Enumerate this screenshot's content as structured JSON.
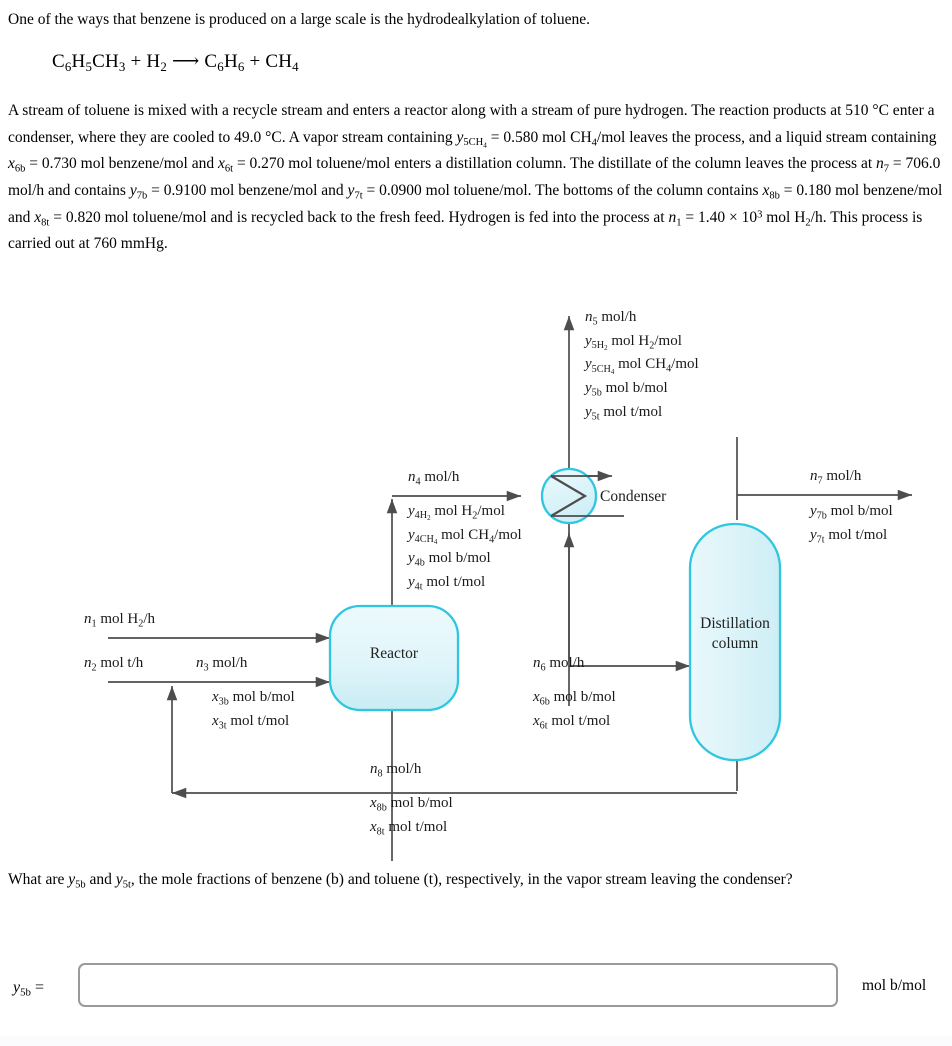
{
  "problem": {
    "intro": "One of the ways that benzene is produced on a large scale is the hydrodealkylation of toluene.",
    "equation_plain": "C6H5CH3 + H2 ⟶ C6H6 + CH4",
    "paragraph_plain": "A stream of toluene is mixed with a recycle stream and enters a reactor along with a stream of pure hydrogen. The reaction products at 510 °C enter a condenser, where they are cooled to 49.0 °C. A vapor stream containing y5CH4 = 0.580 mol CH4/mol leaves the process, and a liquid stream containing x6b = 0.730 mol benzene/mol and x6t = 0.270 mol toluene/mol enters a distillation column. The distillate of the column leaves the process at n7 = 706.0 mol/h and contains y7b = 0.9100 mol benzene/mol and y7t = 0.0900 mol toluene/mol. The bottoms of the column contains x8b = 0.180 mol benzene/mol and x8t = 0.820 mol toluene/mol and is recycled back to the fresh feed. Hydrogen is fed into the process at n1 = 1.40 × 10^3 mol H2/h. This process is carried out at 760 mmHg.",
    "question_plain": "What are y5b and y5t, the mole fractions of benzene (b) and toluene (t), respectively, in the vapor stream leaving the condenser?",
    "given": {
      "reactor_outlet_temp": "510 °C",
      "condenser_temp": "49.0 °C",
      "y5CH4": "0.580",
      "x6b": "0.730",
      "x6t": "0.270",
      "n7": "706.0",
      "y7b": "0.9100",
      "y7t": "0.0900",
      "x8b": "0.180",
      "x8t": "0.820",
      "n1": "1.40 × 10³",
      "pressure": "760 mmHg"
    }
  },
  "answer": {
    "label_plain": "y5b =",
    "value": "",
    "placeholder": "",
    "units": "mol b/mol"
  },
  "diagram": {
    "units": {
      "reactor": "Reactor",
      "condenser": "Condenser",
      "column_line1": "Distillation",
      "column_line2": "column"
    },
    "streams": {
      "s1": {
        "flow": "mol H₂/h",
        "sub": "1"
      },
      "s2": {
        "flow": "mol t/h",
        "sub": "2"
      },
      "s3": {
        "flow": "mol/h",
        "comp": [
          "mol b/mol",
          "mol t/mol"
        ],
        "comp_sub": [
          "3b",
          "3t"
        ],
        "sub": "3"
      },
      "s4": {
        "flow": "mol/h",
        "comp": [
          "mol H₂/mol",
          "mol CH₄/mol",
          "mol b/mol",
          "mol t/mol"
        ],
        "comp_sub": [
          "4H₂",
          "4CH₄",
          "4b",
          "4t"
        ],
        "sub": "4"
      },
      "s5": {
        "flow": "mol/h",
        "comp": [
          "mol H₂/mol",
          "mol CH₄/mol",
          "mol b/mol",
          "mol t/mol"
        ],
        "comp_sub": [
          "5H₂",
          "5CH₄",
          "5b",
          "5t"
        ],
        "sub": "5"
      },
      "s6": {
        "flow": "mol/h",
        "comp": [
          "mol b/mol",
          "mol t/mol"
        ],
        "comp_sub": [
          "6b",
          "6t"
        ],
        "sub": "6"
      },
      "s7": {
        "flow": "mol/h",
        "comp": [
          "mol b/mol",
          "mol t/mol"
        ],
        "comp_sub": [
          "7b",
          "7t"
        ],
        "sub": "7"
      },
      "s8": {
        "flow": "mol/h",
        "comp": [
          "mol b/mol",
          "mol t/mol"
        ],
        "comp_sub": [
          "8b",
          "8t"
        ],
        "sub": "8"
      }
    },
    "colors": {
      "vessel_stroke": "#2fc6e0",
      "vessel_fill_top": "#e8f8fb",
      "vessel_fill_bottom": "#cdeef5",
      "line": "#4d4d4d"
    }
  }
}
